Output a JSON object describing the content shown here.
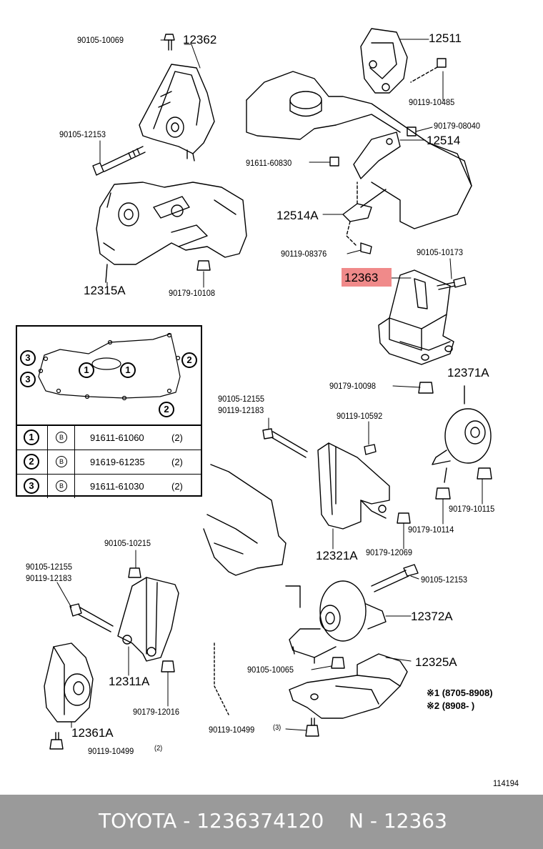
{
  "diagram": {
    "labels": {
      "p90105_10069": "90105-10069",
      "p12362": "12362",
      "p12511": "12511",
      "p90119_10485": "90119-10485",
      "p90105_12153a": "90105-12153",
      "p90179_08040": "90179-08040",
      "p12514": "12514",
      "p91611_60830": "91611-60830",
      "p12514A": "12514A",
      "p90119_08376": "90119-08376",
      "p90105_10173": "90105-10173",
      "p12363": "12363",
      "p12315A": "12315A",
      "p90179_10108": "90179-10108",
      "p90179_10098": "90179-10098",
      "p12371A": "12371A",
      "p90105_12155a": "90105-12155",
      "p90119_12183a": "90119-12183",
      "p90119_10592": "90119-10592",
      "p90179_10115": "90179-10115",
      "p90179_10114": "90179-10114",
      "p12321A": "12321A",
      "p90179_12069": "90179-12069",
      "p90105_10215": "90105-10215",
      "p90105_12155b": "90105-12155",
      "p90119_12183b": "90119-12183",
      "p90105_12153b": "90105-12153",
      "p12372A": "12372A",
      "p12311A": "12311A",
      "p90105_10065": "90105-10065",
      "p12325A": "12325A",
      "p90179_12016": "90179-12016",
      "p90119_10499_3": "90119-10499",
      "p90119_10499_3q": "(3)",
      "p12361A": "12361A",
      "p90119_10499_2": "90119-10499",
      "p90119_10499_2q": "(2)",
      "diagram_id": "114194"
    },
    "notes": {
      "n1": "※1 (8705-8908)",
      "n2": "※2 (8908-        )"
    },
    "legend": {
      "callouts": [
        "3",
        "3",
        "1",
        "1",
        "2",
        "2"
      ],
      "rows": [
        {
          "num": "1",
          "mark": "B",
          "part": "91611-61060",
          "qty": "(2)"
        },
        {
          "num": "2",
          "mark": "B",
          "part": "91619-61235",
          "qty": "(2)"
        },
        {
          "num": "3",
          "mark": "B",
          "part": "91611-61030",
          "qty": "(2)"
        }
      ]
    },
    "highlight_color": "#f08a8a"
  },
  "footer": {
    "brand": "TOYOTA - 1236374120",
    "ref": "N - 12363",
    "background": "#9a9a9a"
  }
}
